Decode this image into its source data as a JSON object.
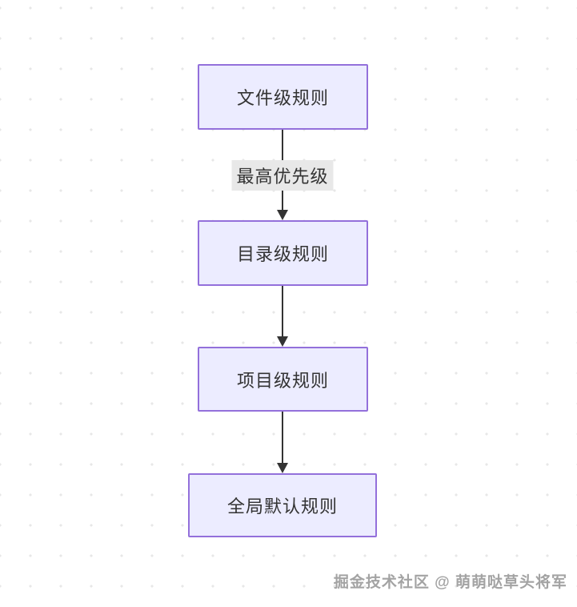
{
  "diagram": {
    "type": "flowchart",
    "direction": "top-down",
    "nodes": [
      {
        "id": "file-level",
        "label": "文件级规则"
      },
      {
        "id": "directory-level",
        "label": "目录级规则"
      },
      {
        "id": "project-level",
        "label": "项目级规则"
      },
      {
        "id": "global-default",
        "label": "全局默认规则"
      }
    ],
    "edges": [
      {
        "from": "文件级规则",
        "to": "目录级规则",
        "label": "最高优先级"
      },
      {
        "from": "目录级规则",
        "to": "项目级规则",
        "label": ""
      },
      {
        "from": "项目级规则",
        "to": "全局默认规则",
        "label": ""
      }
    ],
    "colors": {
      "node_fill": "#ececff",
      "node_border": "#9370db",
      "node_text": "#333333",
      "edge_line": "#333333",
      "edge_label_bg": "#e8e8e8",
      "canvas_bg": "#ffffff",
      "dot_grid": "#e7e7e7"
    }
  },
  "watermark": {
    "text": "掘金技术社区 @ 萌萌哒草头将军"
  }
}
